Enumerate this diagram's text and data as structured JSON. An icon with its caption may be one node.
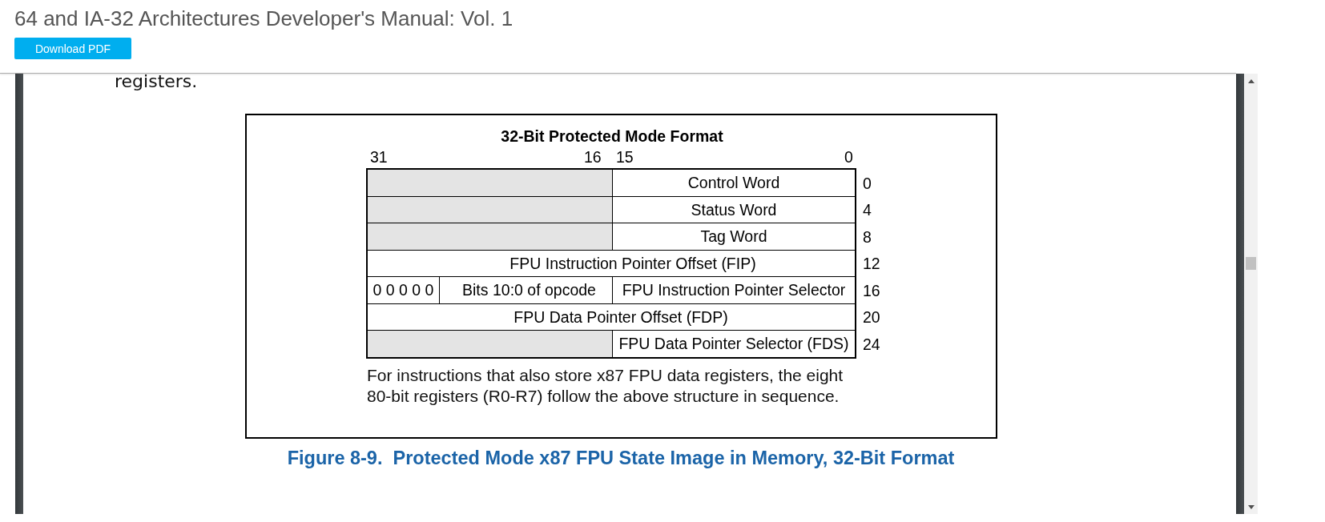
{
  "diagram": {
    "title": "32-Bit Protected Mode Format",
    "caption": "Figure 8-9.  Protected Mode x87 FPU State Image in Memory, 32-Bit Format",
    "nodes": [
      {
        "text": [],
        "shape": "box"
      },
      {
        "text": [
          "Control Word"
        ],
        "beside": [
          "0"
        ]
      },
      {
        "text": [],
        "shape": "box"
      },
      {
        "text": [
          "Status Word"
        ],
        "beside": [
          "4"
        ]
      },
      {
        "text": [],
        "shape": "box"
      },
      {
        "text": [
          "Tag Word"
        ],
        "beside": [
          "8"
        ]
      },
      {
        "text": [
          "FPU Instruction Pointer Offset (FIP)"
        ],
        "beside": [
          "12"
        ]
      },
      {
        "text": [
          "0 0 0 0 0"
        ]
      },
      {
        "text": [
          "Bits 10:0 of opcode"
        ]
      },
      {
        "text": [
          "FPU Instruction Pointer Selector"
        ],
        "beside": [
          "16"
        ]
      },
      {
        "text": [
          "FPU Data Pointer Offset (FDP)"
        ],
        "beside": [
          "20"
        ]
      },
      {
        "text": [],
        "shape": "box"
      },
      {
        "text": [
          "FPU Data Pointer Selector (FDS)"
        ],
        "beside": [
          "24"
        ]
      }
    ],
    "labels": [
      "64 and IA-32 Architectures Developer's Manual: Vol. 1",
      "Download PDF",
      "registers.",
      "31",
      "16",
      "15",
      "0",
      "For instructions that also store x87 FPU data registers, the eight 80-bit registers (R0-R7) follow the above structure in sequence."
    ]
  }
}
